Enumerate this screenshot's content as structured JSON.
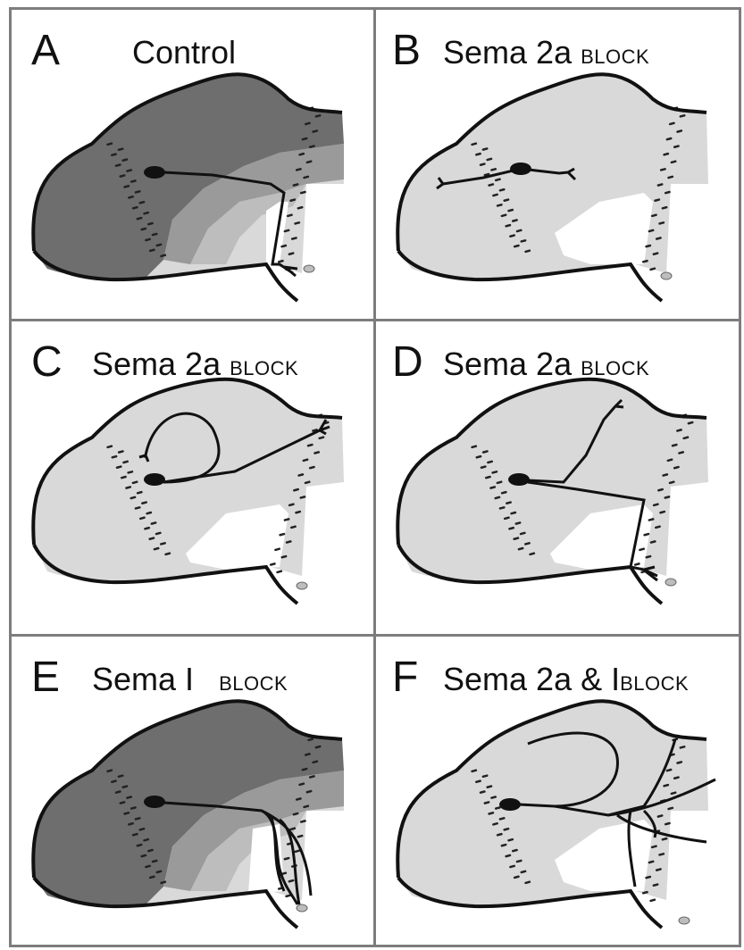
{
  "panels": [
    {
      "id": "A",
      "letter": "A",
      "title": "Control",
      "suffix": ""
    },
    {
      "id": "B",
      "letter": "B",
      "title": "Sema 2a ",
      "suffix": "BLOCK"
    },
    {
      "id": "C",
      "letter": "C",
      "title": "Sema 2a ",
      "suffix": "BLOCK"
    },
    {
      "id": "D",
      "letter": "D",
      "title": "Sema 2a ",
      "suffix": "BLOCK"
    },
    {
      "id": "E",
      "letter": "E",
      "title": "Sema I ",
      "suffix": "BLOCK"
    },
    {
      "id": "F",
      "letter": "F",
      "title": "Sema 2a & I",
      "suffix": "BLOCK"
    }
  ],
  "colors": {
    "border": "#7d7d7d",
    "dark_gradient": "#6e6e6e",
    "mid_gradient": "#9a9a9a",
    "light_gradient": "#bdbdbd",
    "pale_fill": "#d9d9d9",
    "outline": "#111111"
  }
}
